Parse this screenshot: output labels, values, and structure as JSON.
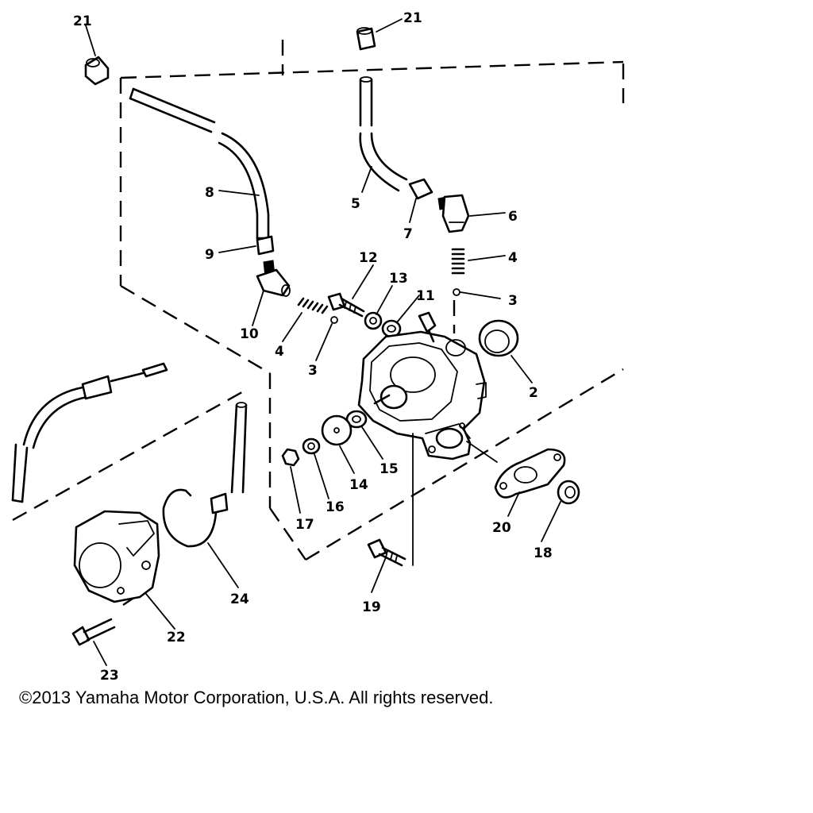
{
  "callouts": {
    "c2": "2",
    "c3a": "3",
    "c3b": "3",
    "c4a": "4",
    "c4b": "4",
    "c5": "5",
    "c6": "6",
    "c7": "7",
    "c8": "8",
    "c9": "9",
    "c10": "10",
    "c11": "11",
    "c12": "12",
    "c13": "13",
    "c14": "14",
    "c15": "15",
    "c16": "16",
    "c17": "17",
    "c18": "18",
    "c19": "19",
    "c20": "20",
    "c21a": "21",
    "c21b": "21",
    "c22": "22",
    "c23": "23",
    "c24": "24"
  },
  "footer": {
    "copyright": "©2013 Yamaha Motor Corporation, U.S.A. All rights reserved."
  }
}
